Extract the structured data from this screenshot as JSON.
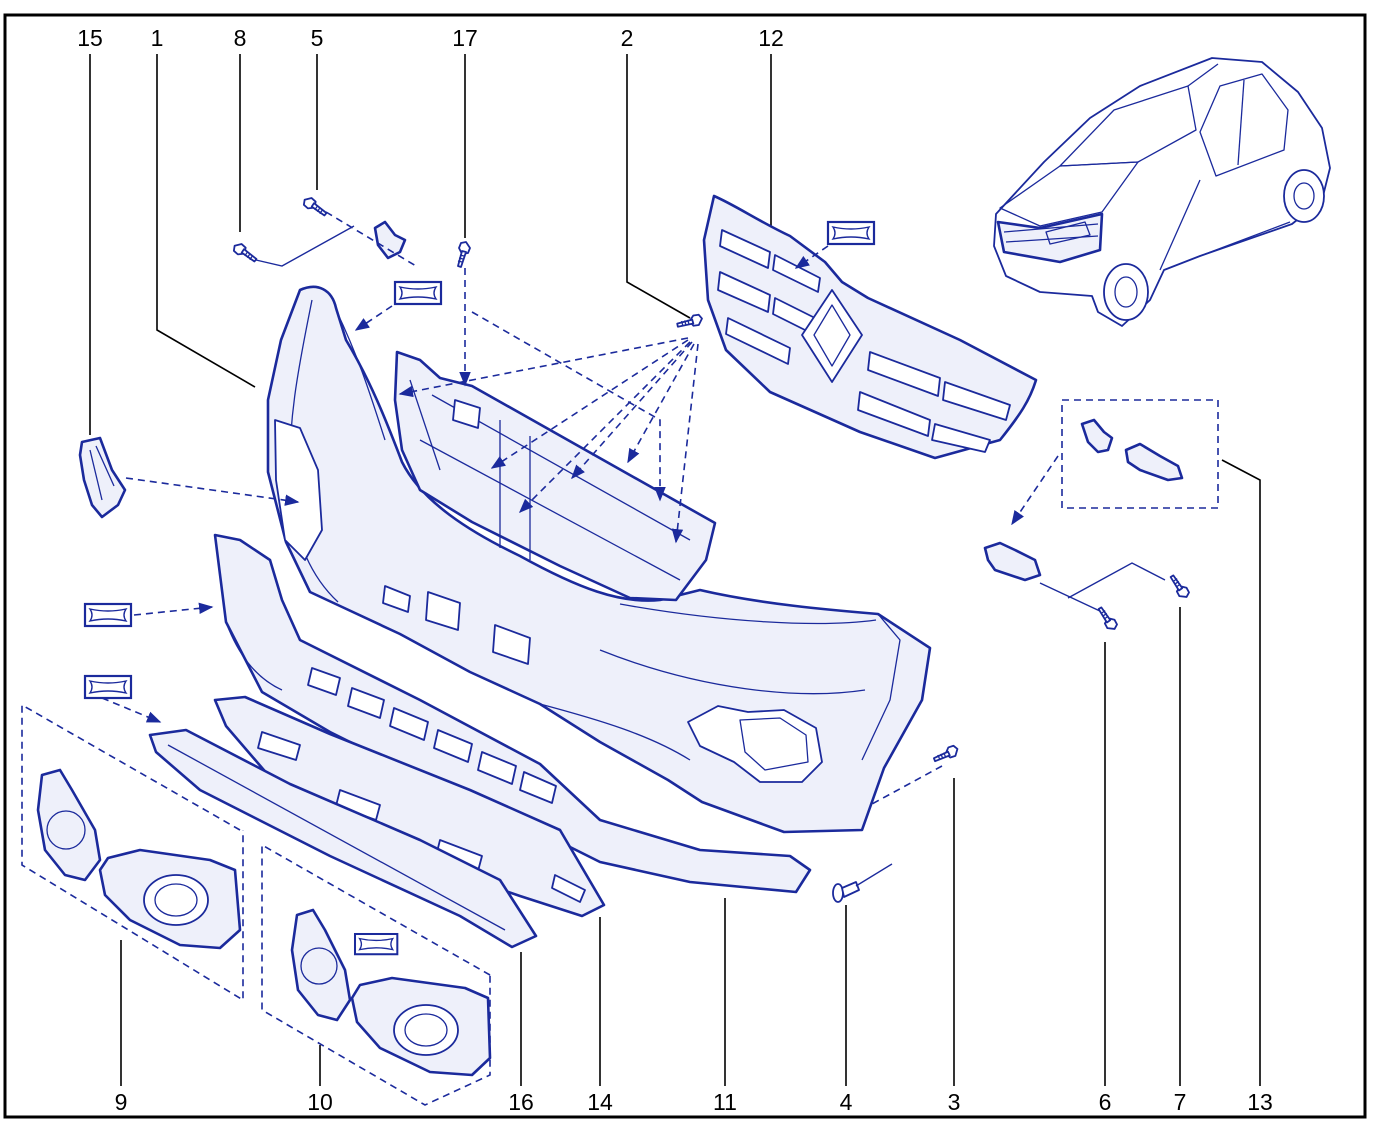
{
  "callouts": {
    "top": [
      "15",
      "1",
      "8",
      "5",
      "17",
      "2",
      "12"
    ],
    "bottom": [
      "9",
      "10",
      "16",
      "14",
      "11",
      "4",
      "3",
      "6",
      "7",
      "13"
    ]
  },
  "icons": {
    "label_box": "label-placeholder-icon",
    "vehicle": "vehicle-overview-icon",
    "fastener": "screw-icon"
  },
  "colors": {
    "line": "#1b2a9c",
    "fill": "#eef0fa",
    "ink": "#000000"
  }
}
